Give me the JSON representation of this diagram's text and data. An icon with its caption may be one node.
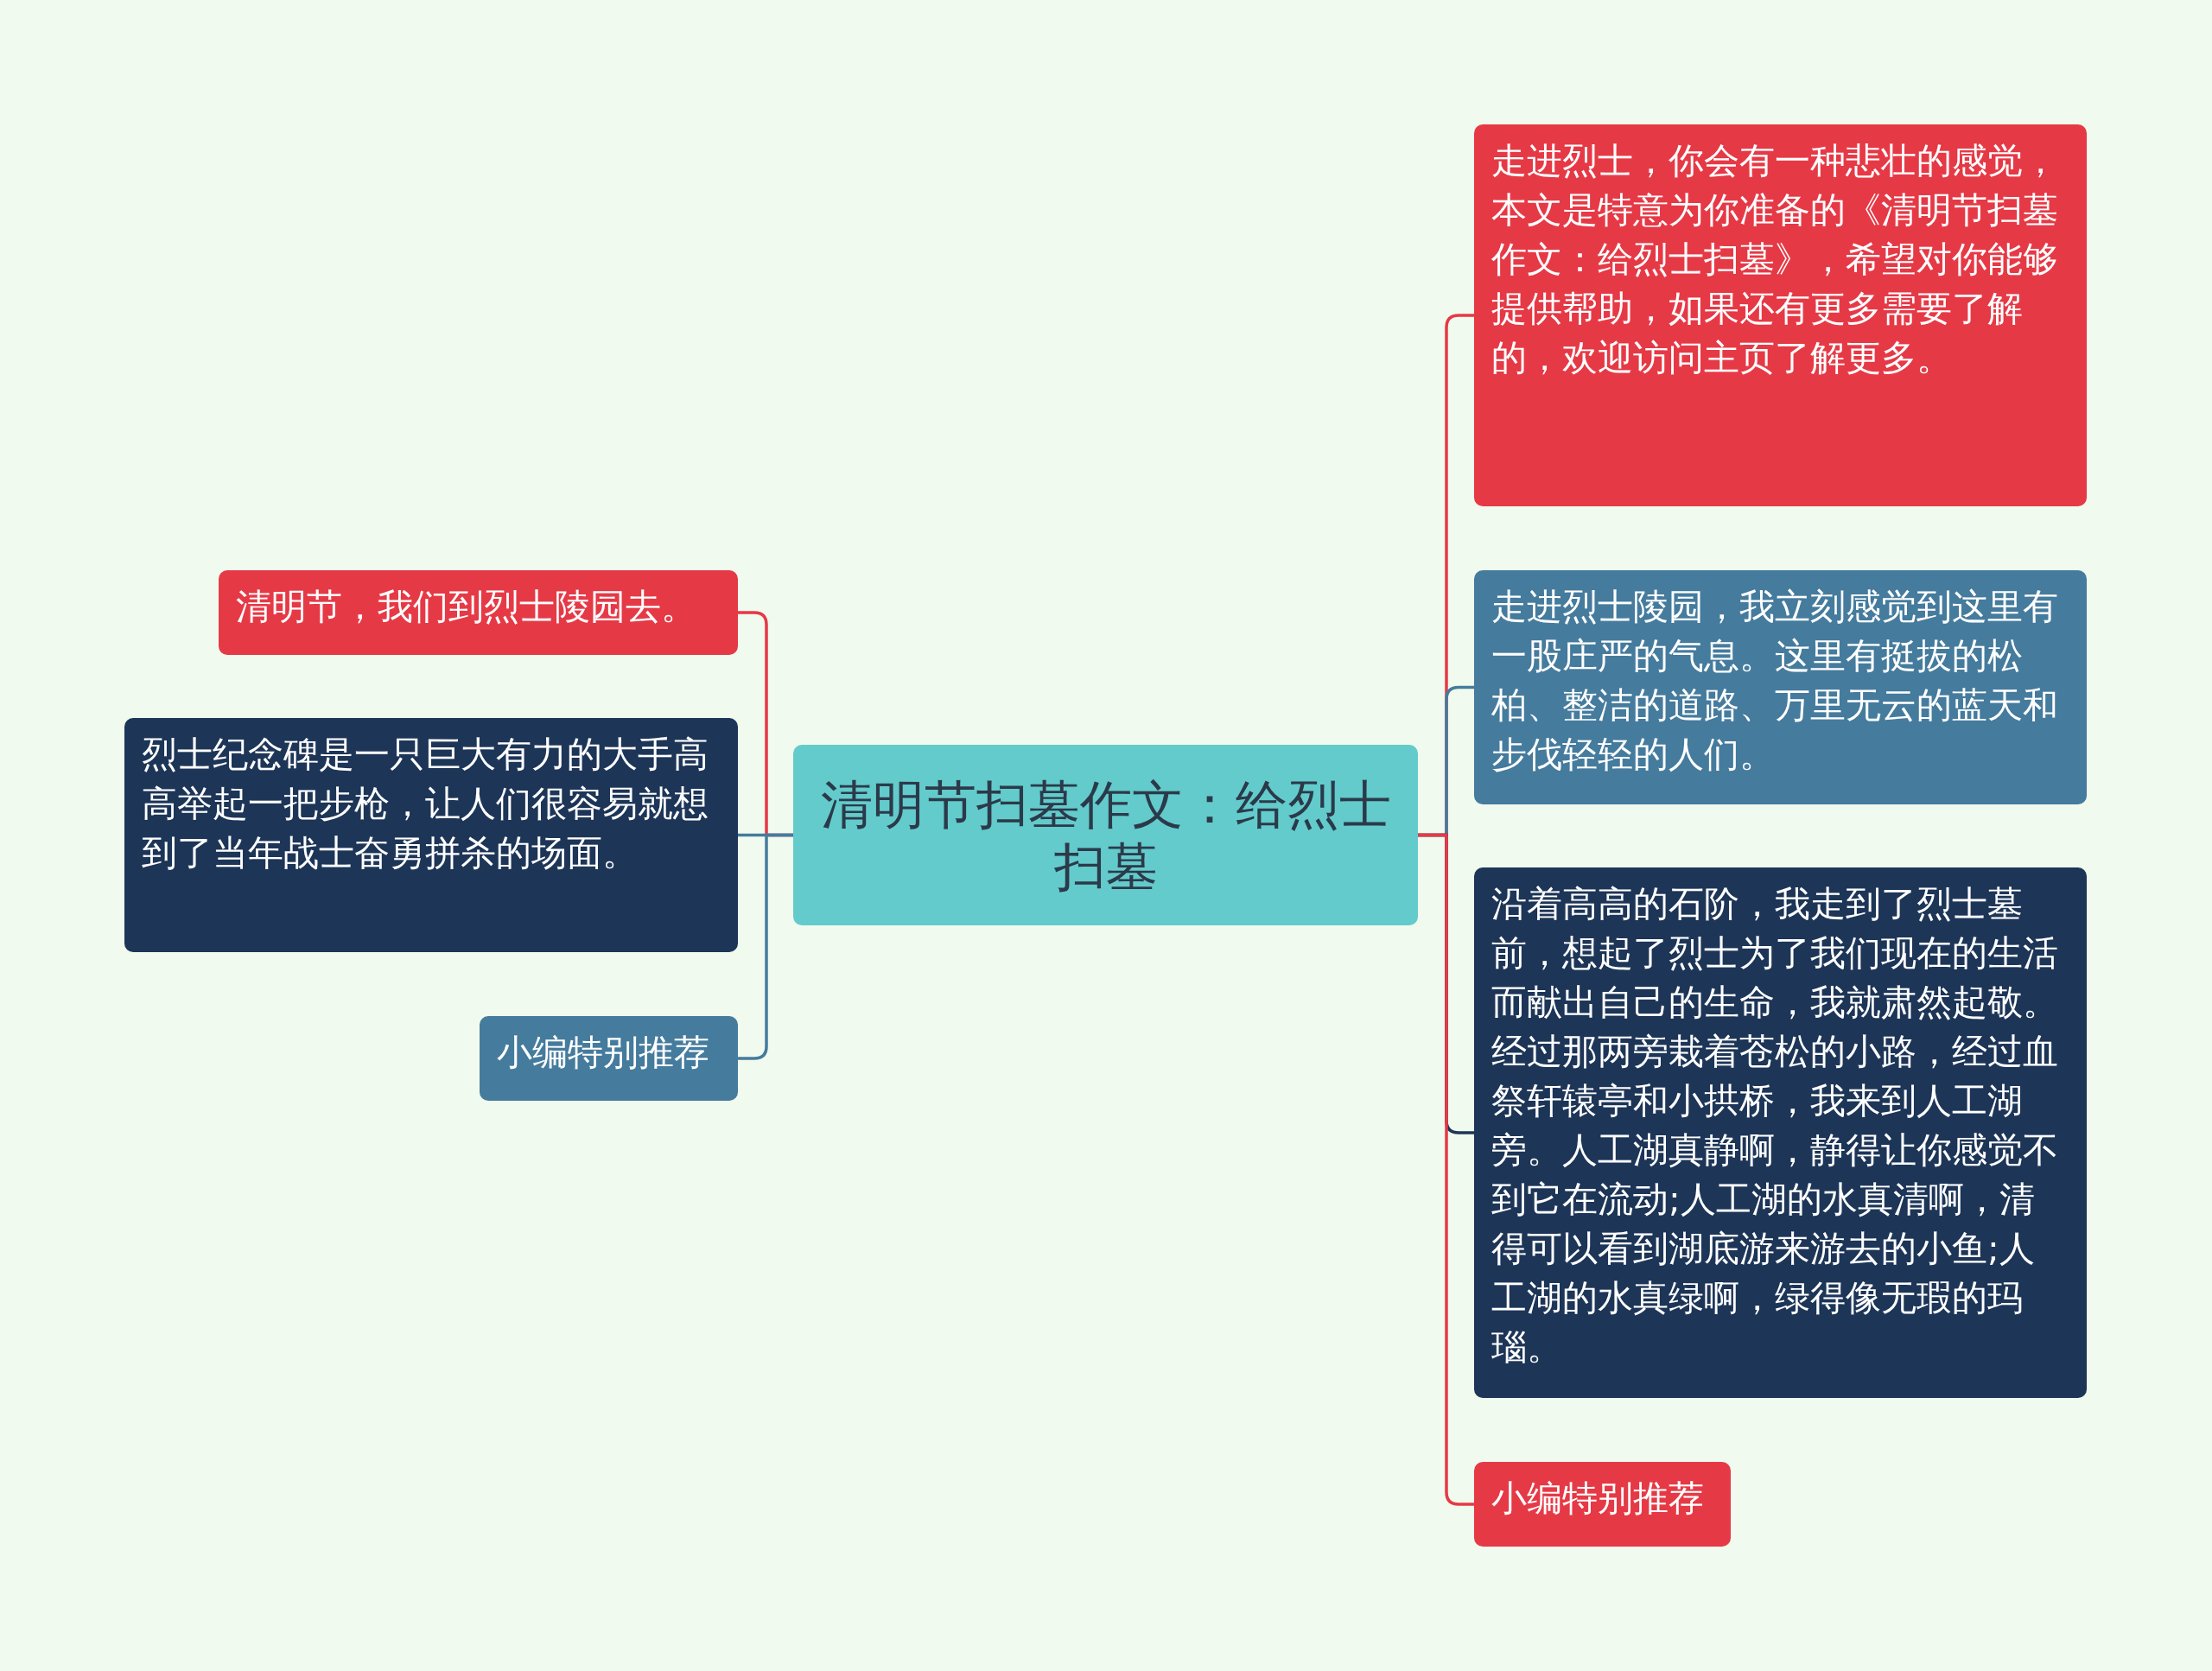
{
  "diagram": {
    "nodes": [
      {
        "text": [
          "清明节扫墓作文：给烈士扫墓"
        ]
      },
      {
        "text": [
          "清明节，我们到烈士陵园去。"
        ]
      },
      {
        "text": [
          "烈士纪念碑是一只巨大有力的大手高高举起一把步枪，让人们很容易就想到了当年战士奋勇拼杀的场面。"
        ]
      },
      {
        "text": [
          "小编特别推荐"
        ]
      },
      {
        "text": [
          "走进烈士，你会有一种悲壮的感觉，本文是特意为你准备的《清明节扫墓作文：给烈士扫墓》，希望对你能够提供帮助，如果还有更多需要了解的，欢迎访问主页了解更多。"
        ]
      },
      {
        "text": [
          "走进烈士陵园，我立刻感觉到这里有一股庄严的气息。这里有挺拔的松柏、整洁的道路、万里无云的蓝天和步伐轻轻的人们。"
        ]
      },
      {
        "text": [
          "沿着高高的石阶，我走到了烈士墓前，想起了烈士为了我们现在的生活而献出自己的生命，我就肃然起敬。经过那两旁栽着苍松的小路，经过血祭轩辕亭和小拱桥，我来到人工湖旁。人工湖真静啊，静得让你感觉不到它在流动;人工湖的水真清啊，清得可以看到湖底游来游去的小鱼;人工湖的水真绿啊，绿得像无瑕的玛瑙。"
        ]
      },
      {
        "text": [
          "小编特别推荐"
        ]
      }
    ],
    "edges": [
      {
        "from": 0,
        "to": 1,
        "arrow": "none",
        "color": "#e63946"
      },
      {
        "from": 0,
        "to": 2,
        "arrow": "none",
        "color": "#457b9d"
      },
      {
        "from": 0,
        "to": 3,
        "arrow": "none",
        "color": "#457b9d"
      },
      {
        "from": 0,
        "to": 4,
        "arrow": "none",
        "color": "#e63946"
      },
      {
        "from": 0,
        "to": 5,
        "arrow": "none",
        "color": "#457b9d"
      },
      {
        "from": 0,
        "to": 6,
        "arrow": "none",
        "color": "#1d3557"
      },
      {
        "from": 0,
        "to": 7,
        "arrow": "none",
        "color": "#e63946"
      }
    ]
  }
}
